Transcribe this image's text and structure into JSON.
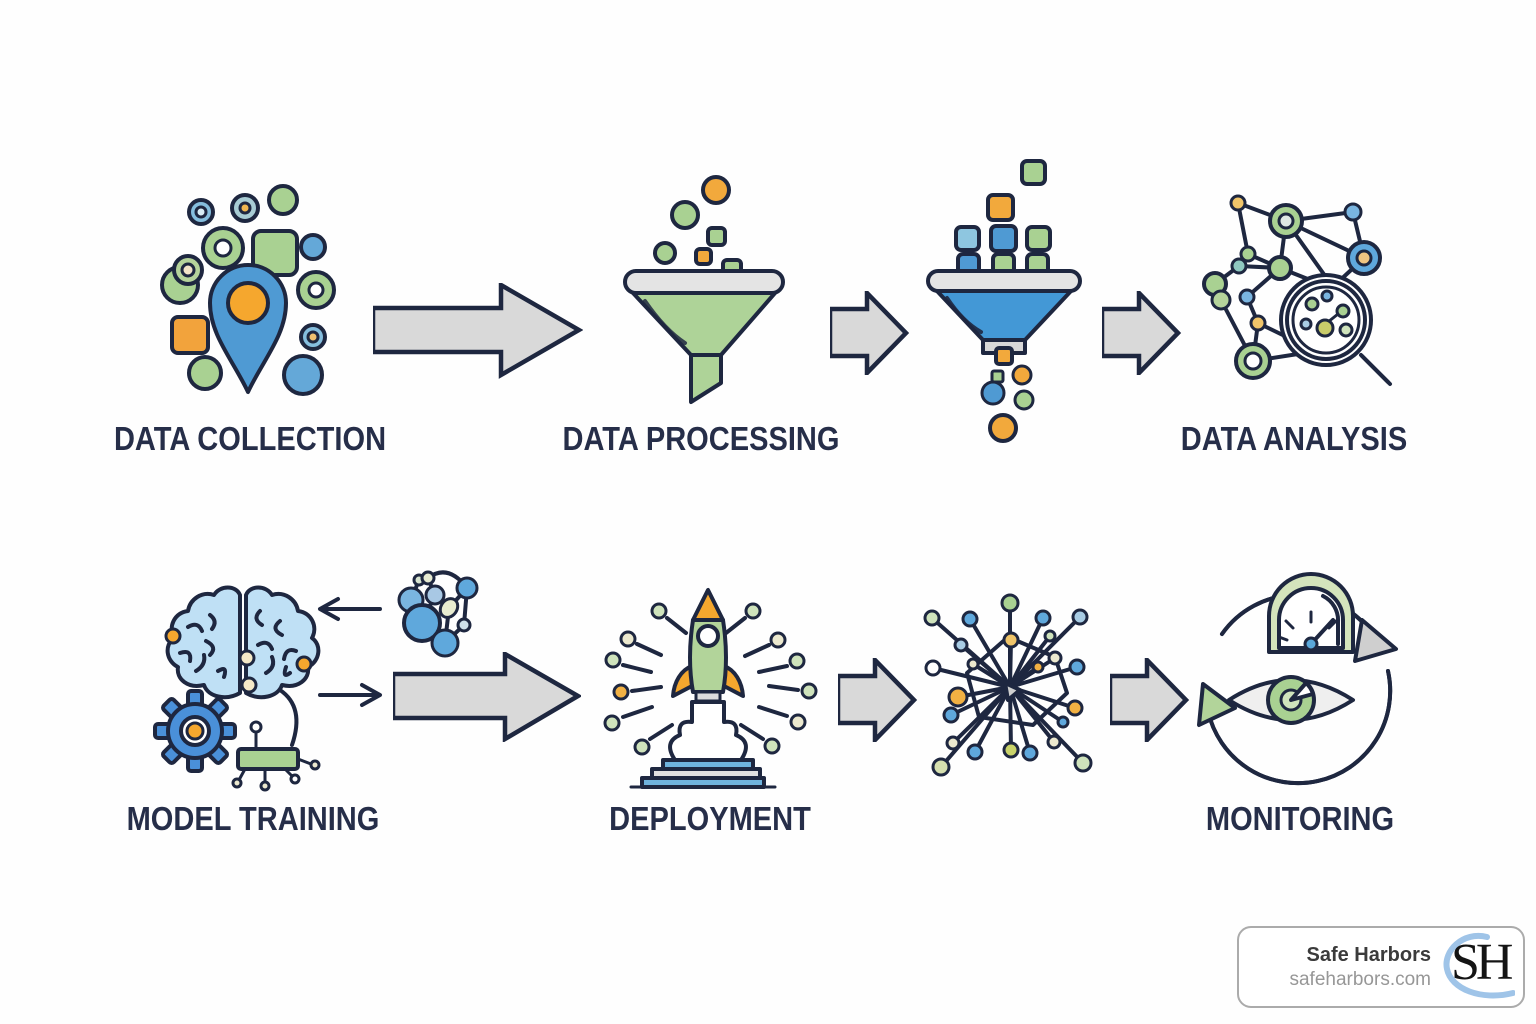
{
  "diagram": {
    "rows": [
      {
        "steps": [
          {
            "label": "DATA COLLECTION",
            "icon": "location-pin-data-cluster-icon"
          },
          {
            "label": "DATA PROCESSING",
            "icon": "green-funnel-icon"
          },
          {
            "label": "",
            "icon": "blue-funnel-filter-icon"
          },
          {
            "label": "DATA ANALYSIS",
            "icon": "network-magnifier-icon"
          }
        ]
      },
      {
        "steps": [
          {
            "label": "MODEL TRAINING",
            "icon": "brain-gear-chip-icon"
          },
          {
            "label": "DEPLOYMENT",
            "icon": "rocket-launch-icon"
          },
          {
            "label": "",
            "icon": "hub-spoke-network-icon"
          },
          {
            "label": "MONITORING",
            "icon": "gauge-eye-cycle-icon"
          }
        ]
      }
    ]
  },
  "watermark": {
    "brand": "Safe Harbors",
    "url": "safeharbors.com",
    "monogram": "SH"
  },
  "colors": {
    "blue": "#4f9ad3",
    "light_blue": "#bfe0f5",
    "green": "#aed398",
    "pale_green": "#cfe3bc",
    "orange": "#f5a72e",
    "cream": "#ece9cf",
    "navy_outline": "#1e2740",
    "arrow_gray": "#d9d9d9",
    "label_text": "#262e49",
    "swoosh_blue": "#9fc4e8"
  }
}
